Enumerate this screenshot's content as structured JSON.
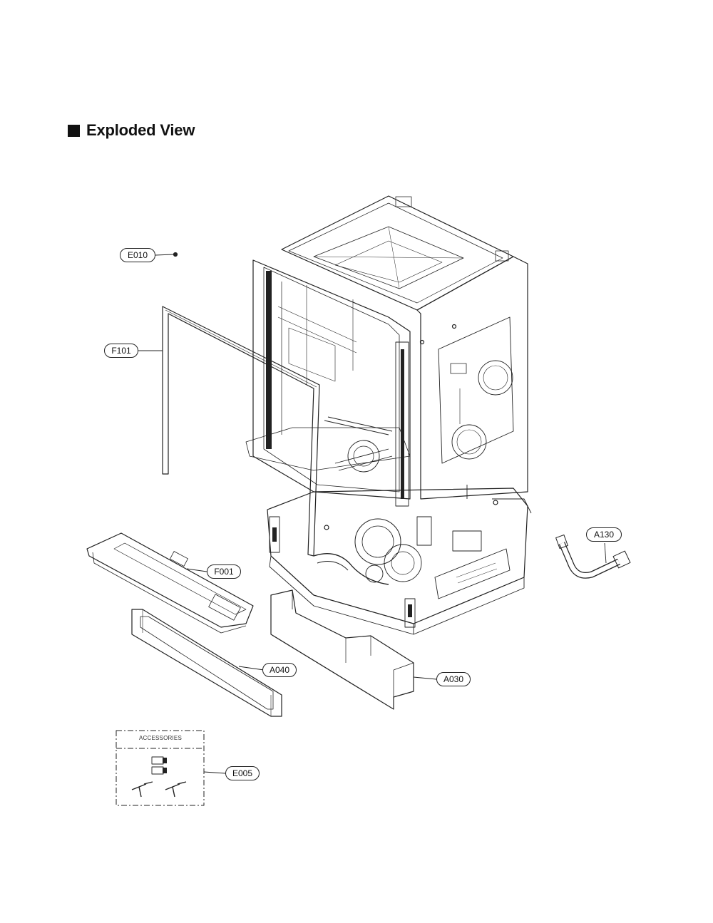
{
  "heading": {
    "title": "Exploded View"
  },
  "callouts": {
    "e010": "E010",
    "f101": "F101",
    "f001": "F001",
    "a040": "A040",
    "a030": "A030",
    "a130": "A130",
    "e005": "E005"
  },
  "accessories": {
    "label": "ACCESSORIES"
  },
  "colors": {
    "line": "#222222",
    "background": "#ffffff",
    "callout_border": "#222222"
  }
}
